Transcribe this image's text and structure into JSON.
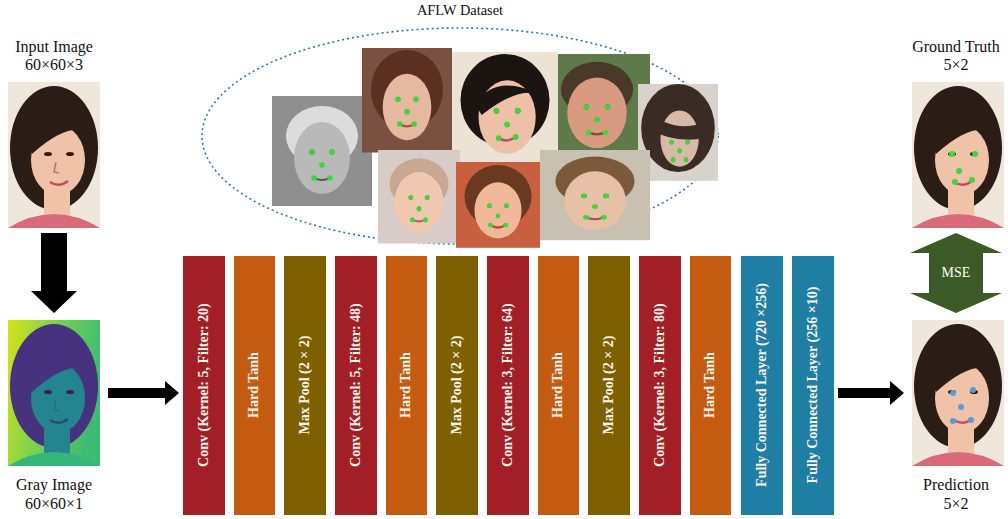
{
  "diagram": {
    "nodes": [
      {
        "text": [
          "AFLW Dataset"
        ]
      },
      {
        "text": [
          "Input Image 60×60×3"
        ]
      },
      {
        "text": [
          "Gray Image 60×60×1"
        ]
      },
      {
        "text": [
          "Conv (Kernel: 5, Filter: 20)"
        ]
      },
      {
        "text": [
          "Hard Tanh"
        ]
      },
      {
        "text": [
          "Max Pool (2 × 2)"
        ]
      },
      {
        "text": [
          "Conv (Kernel: 5, Filter: 48)"
        ]
      },
      {
        "text": [
          "Hard Tanh"
        ]
      },
      {
        "text": [
          "Max Pool (2 × 2)"
        ]
      },
      {
        "text": [
          "Conv (Kernel: 3, Filter: 64)"
        ]
      },
      {
        "text": [
          "Hard Tanh"
        ]
      },
      {
        "text": [
          "Max Pool (2 × 2)"
        ]
      },
      {
        "text": [
          "Conv (Kernel: 3, Filter: 80)"
        ]
      },
      {
        "text": [
          "Hard Tanh"
        ]
      },
      {
        "text": [
          "Fully Connected Layer (720 ×256)"
        ]
      },
      {
        "text": [
          "Fully Connected Layer (256 ×10)"
        ]
      },
      {
        "text": [
          "Ground Truth 5×2"
        ]
      },
      {
        "text": [
          "Prediction 5×2"
        ]
      }
    ],
    "edges": [
      {
        "from": 1,
        "to": 2,
        "arrow": "to"
      },
      {
        "from": 2,
        "to": 3,
        "arrow": "to"
      },
      {
        "from": 15,
        "to": 17,
        "arrow": "to"
      },
      {
        "from": 16,
        "to": 17,
        "label": "MSE",
        "arrow": "both"
      }
    ]
  }
}
